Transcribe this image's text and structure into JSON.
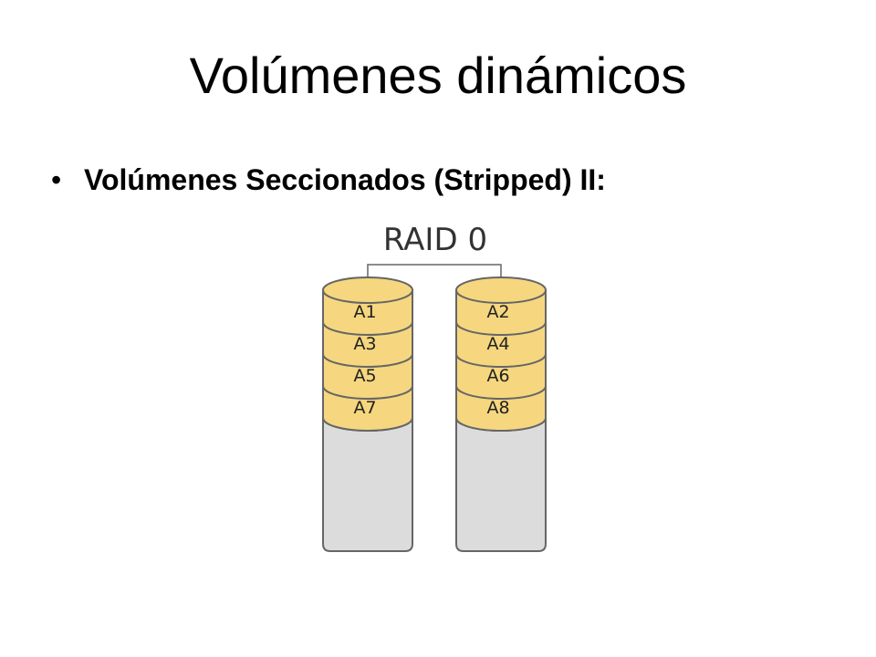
{
  "slide": {
    "title": "Volúmenes dinámicos",
    "bullet_marker": "•",
    "bullet_text": "Volúmenes Seccionados (Stripped) II:"
  },
  "diagram": {
    "title": "RAID 0",
    "colors": {
      "block_fill": "#f6d77f",
      "disk_fill": "#dcdcdc",
      "stroke": "#666666",
      "connector": "#666666"
    },
    "disks": [
      {
        "blocks": [
          "A1",
          "A3",
          "A5",
          "A7"
        ]
      },
      {
        "blocks": [
          "A2",
          "A4",
          "A6",
          "A8"
        ]
      }
    ]
  }
}
